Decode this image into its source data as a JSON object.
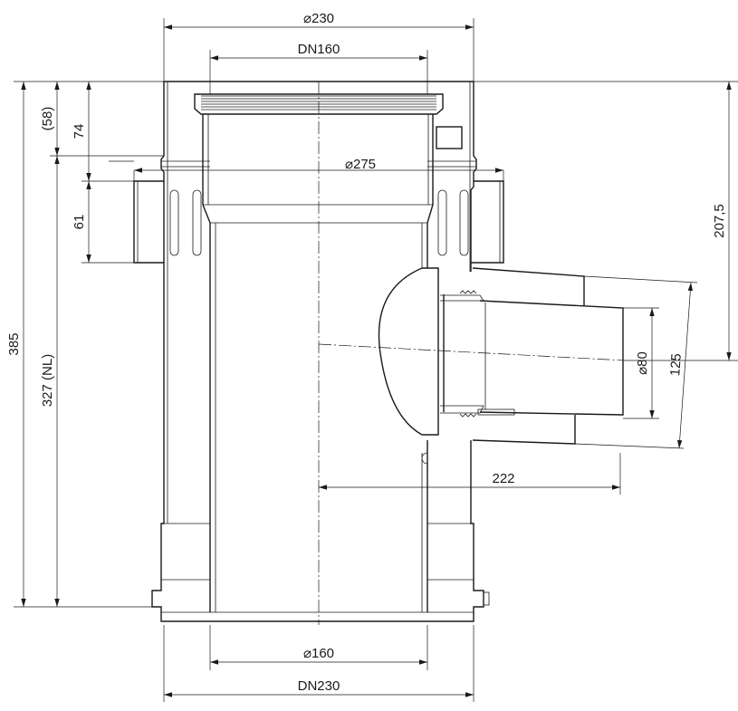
{
  "dimensions": {
    "top_outer_diameter": "230",
    "top_socket": "DN160",
    "flange_diameter": "275",
    "bottom_inner_diameter": "160",
    "bottom_outer": "DN230",
    "height_total": "385",
    "height_nl": "327 (NL)",
    "depth_58": "(58)",
    "depth_74": "74",
    "depth_61": "61",
    "outlet_height": "207,5",
    "outlet_diameter": "80",
    "outlet_span": "125",
    "outlet_length": "222"
  },
  "symbols": {
    "diameter": "⌀"
  }
}
